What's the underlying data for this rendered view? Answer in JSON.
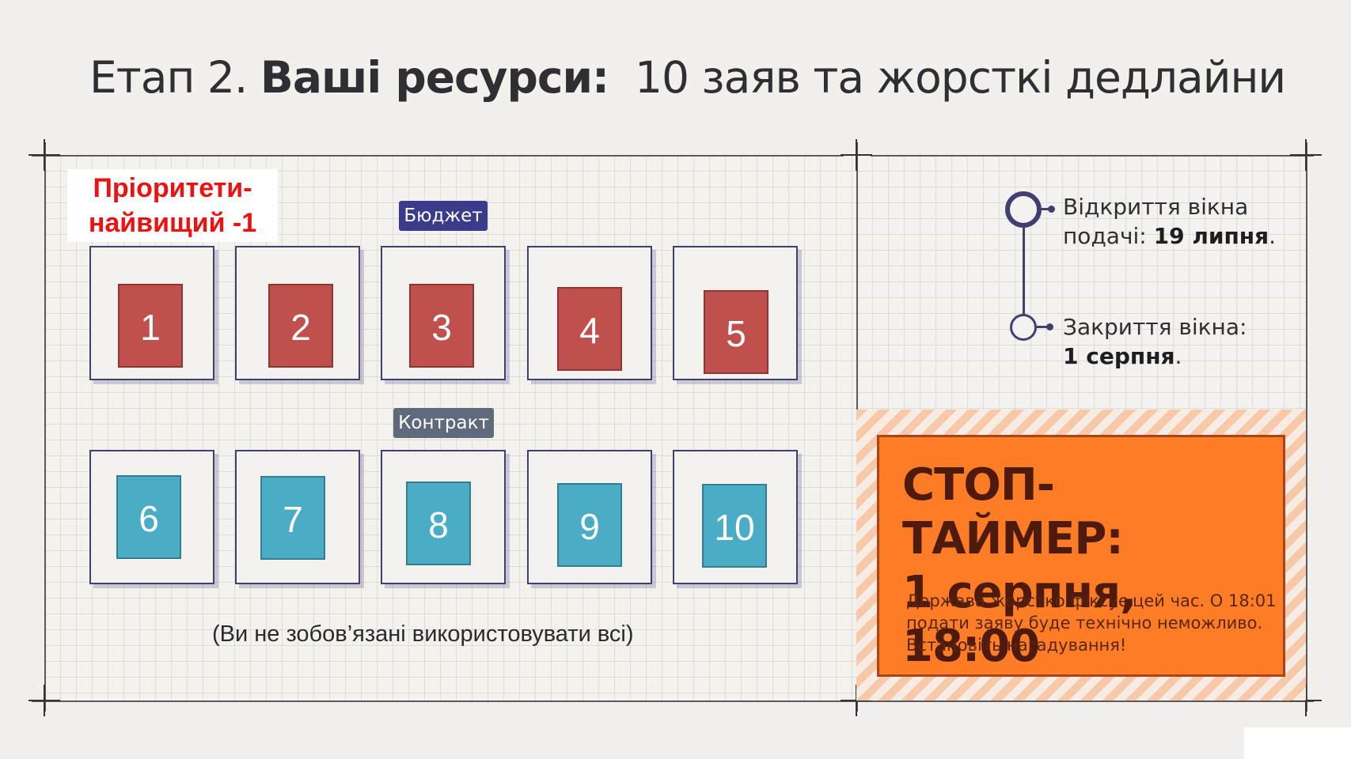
{
  "title": {
    "prefix": "Етап 2. ",
    "bold": "Ваші ресурси:",
    "suffix": "  10 заяв та жорсткі дедлайни"
  },
  "priority_label": {
    "line1": "Пріоритети-",
    "line2": "найвищий -1"
  },
  "budget_tag": "Бюджет",
  "contract_tag": "Контракт",
  "budget_items": [
    "1",
    "2",
    "3",
    "4",
    "5"
  ],
  "contract_items": [
    "6",
    "7",
    "8",
    "9",
    "10"
  ],
  "note": "(Ви не зобов’язані використовувати всі)",
  "timeline": {
    "open_text": "Відкриття вікна",
    "open_text2": "подачі: ",
    "open_date": "19 липня",
    "open_end": ".",
    "close_text": "Закриття вікна:",
    "close_date": "1 серпня",
    "close_end": "."
  },
  "stop_timer": {
    "title_line1": "СТОП-ТАЙМЕР:",
    "title_line2": "1 серпня, 18:00",
    "text": "Держава жорстко фіксує цей час. О 18:01 подати заяву буде технічно неможливо. Встановіть нагадування!"
  },
  "colors": {
    "budget": "#c0504d",
    "contract": "#4bacc6",
    "timer_bg": "#fd7d27",
    "priority_text": "#ee1111"
  }
}
